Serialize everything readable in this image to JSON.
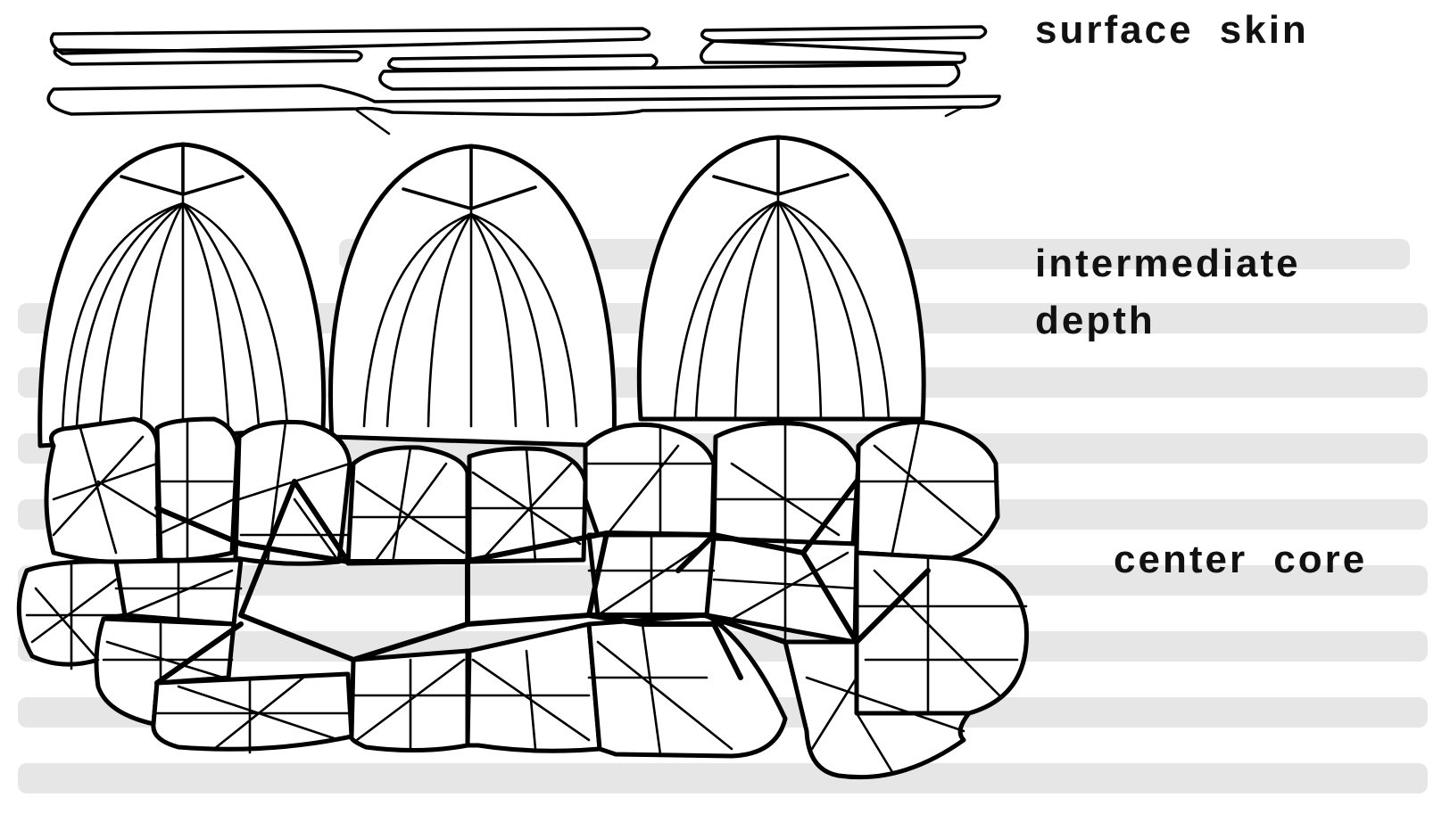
{
  "labels": {
    "surface": "surface skin",
    "intermediate_line1": "intermediate",
    "intermediate_line2": "depth",
    "center": "center core"
  }
}
